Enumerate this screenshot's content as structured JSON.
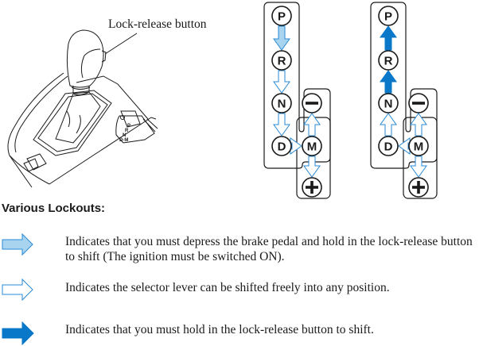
{
  "illustration": {
    "callout_label": "Lock-release button",
    "console_markings": [
      "P",
      "R",
      "N",
      "D",
      "M",
      "-",
      "+"
    ]
  },
  "patterns": [
    {
      "name": "shift-pattern-from-park",
      "positions": {
        "P": "P",
        "R": "R",
        "N": "N",
        "D": "D",
        "M": "M",
        "minus": "−",
        "plus": "+"
      },
      "arrows": [
        {
          "from": "P",
          "to": "R",
          "type": "brake-and-button"
        },
        {
          "from": "R",
          "to": "N",
          "type": "free"
        },
        {
          "from": "N",
          "to": "D",
          "type": "free"
        },
        {
          "from": "D",
          "to": "M",
          "type": "free"
        },
        {
          "from": "M",
          "to": "minus",
          "type": "free"
        },
        {
          "from": "M",
          "to": "plus",
          "type": "free"
        }
      ]
    },
    {
      "name": "shift-pattern-to-park",
      "positions": {
        "P": "P",
        "R": "R",
        "N": "N",
        "D": "D",
        "M": "M",
        "minus": "−",
        "plus": "+"
      },
      "arrows": [
        {
          "from": "R",
          "to": "P",
          "type": "button-only"
        },
        {
          "from": "N",
          "to": "R",
          "type": "button-only"
        },
        {
          "from": "D",
          "to": "N",
          "type": "free"
        },
        {
          "from": "M",
          "to": "D",
          "type": "free"
        },
        {
          "from": "M",
          "to": "minus",
          "type": "free"
        },
        {
          "from": "M",
          "to": "plus",
          "type": "free"
        }
      ]
    }
  ],
  "legend": {
    "heading": "Various Lockouts:",
    "items": [
      {
        "type": "brake-and-button",
        "text": "Indicates that you must depress the brake pedal and hold in the lock-release button to shift (The ignition must be switched ON)."
      },
      {
        "type": "free",
        "text": "Indicates the selector lever can be shifted freely into any position."
      },
      {
        "type": "button-only",
        "text": "Indicates that you must hold in the lock-release button to shift."
      }
    ]
  },
  "colors": {
    "light_blue_fill": "#a9d4ef",
    "outline_blue": "#2a8ad4",
    "solid_blue": "#0a78c8",
    "line": "#1a1a1a"
  }
}
